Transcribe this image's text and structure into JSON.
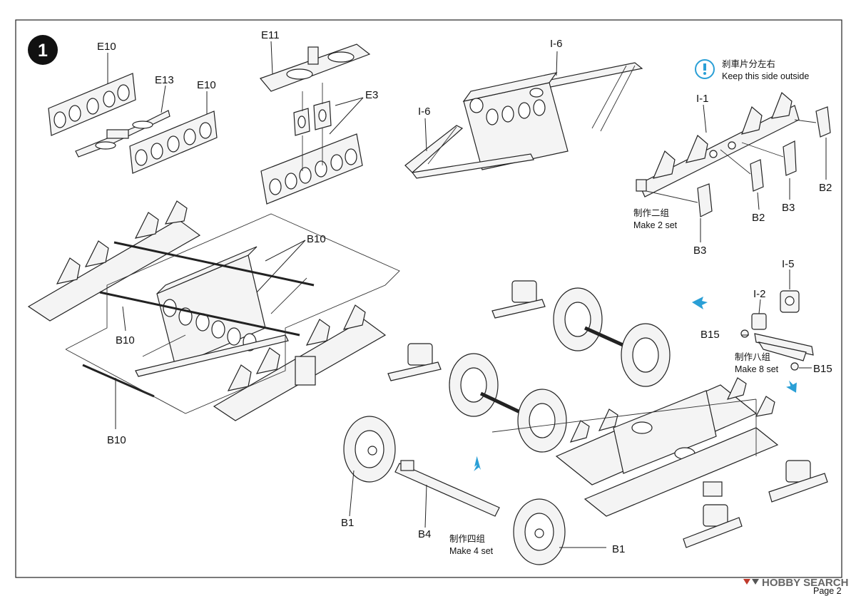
{
  "step": {
    "number": "1"
  },
  "parts": {
    "e10_left": "E10",
    "e13": "E13",
    "e10_right": "E10",
    "e11": "E11",
    "e3": "E3",
    "i6_top": "I-6",
    "i6_left": "I-6",
    "i1": "I-1",
    "b2_a": "B2",
    "b2_b": "B2",
    "b3_a": "B3",
    "b3_b": "B3",
    "b10_top": "B10",
    "b10_mid": "B10",
    "b10_bottom": "B10",
    "i5": "I-5",
    "i2": "I-2",
    "b15_left": "B15",
    "b15_right": "B15",
    "b1_left": "B1",
    "b4": "B4",
    "b1_right": "B1"
  },
  "notes": {
    "keep_outside_cn": "刹車片分左右",
    "keep_outside_en": "Keep this side outside",
    "make2_cn": "制作二组",
    "make2_en": "Make 2 set",
    "make8_cn": "制作八组",
    "make8_en": "Make 8 set",
    "make4_cn": "制作四组",
    "make4_en": "Make 4 set"
  },
  "footer": {
    "watermark": "HOBBY SEARCH",
    "page": "Page 2"
  },
  "colors": {
    "accent_arrow": "#2a9fd6",
    "info_icon": "#2a9fd6",
    "line": "#222222"
  },
  "icons": [
    "info-icon",
    "assembly-arrow",
    "step-number-badge",
    "hobby-search-logo-icon"
  ]
}
